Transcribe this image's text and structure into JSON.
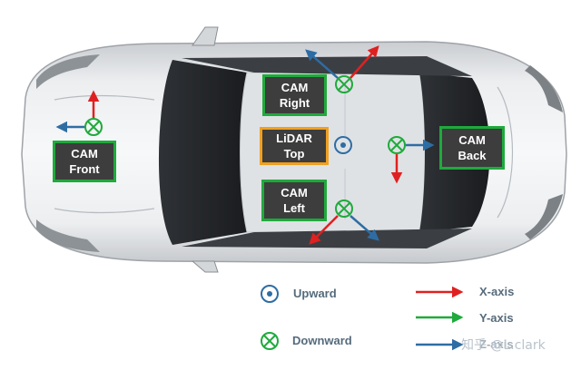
{
  "labels": {
    "cam_front": [
      "CAM",
      "Front"
    ],
    "cam_right": [
      "CAM",
      "Right"
    ],
    "lidar_top": [
      "LiDAR",
      "Top"
    ],
    "cam_left": [
      "CAM",
      "Left"
    ],
    "cam_back": [
      "CAM",
      "Back"
    ]
  },
  "legend": {
    "upward": "Upward",
    "downward": "Downward",
    "x_axis": "X-axis",
    "y_axis": "Y-axis",
    "z_axis": "Z-axis"
  },
  "colors": {
    "x_axis": "#e02020",
    "y_axis": "#1faa3c",
    "z_axis": "#2e6da4",
    "cam_border": "#1faa3c",
    "lidar_border": "#f0a020",
    "label_bg": "#3d3d3d"
  },
  "watermark": "知乎 @L.clark"
}
